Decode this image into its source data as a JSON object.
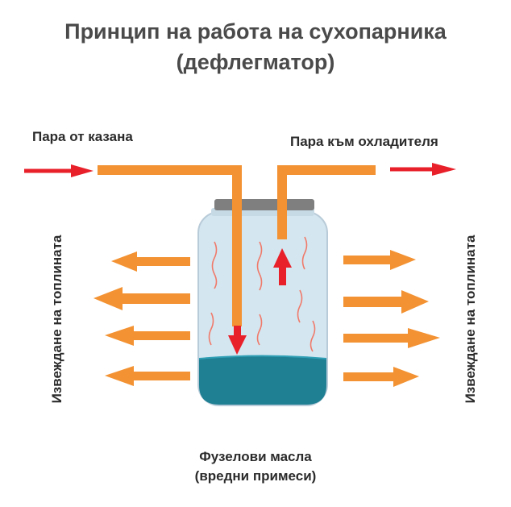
{
  "title": {
    "line1": "Принцип на работа на сухопарника",
    "line2": "(дефлегматор)"
  },
  "labels": {
    "inlet": "Пара от казана",
    "outlet": "Пара към охладителя",
    "heat_left": "Извеждане на топлината",
    "heat_right": "Извеждане на топлината"
  },
  "caption": {
    "line1": "Фузелови масла",
    "line2": "(вредни примеси)"
  },
  "colors": {
    "pipe": "#f39232",
    "red_arrow": "#e8202a",
    "jar_glass": "#d4e6f0",
    "liquid": "#1f7f93",
    "lid": "#7f7f7f",
    "vapor_lines": "#f07a6a"
  }
}
